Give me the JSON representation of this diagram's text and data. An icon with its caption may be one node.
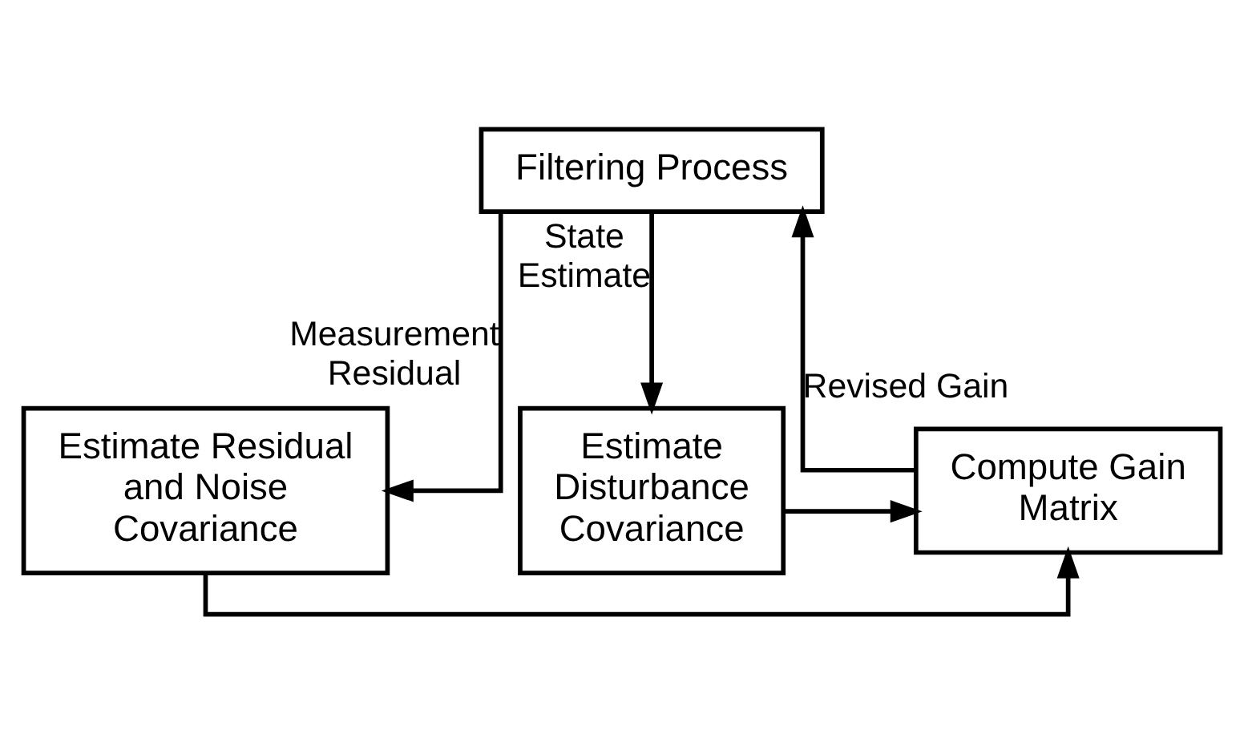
{
  "diagram": {
    "nodes": [
      {
        "text": [
          "Filtering Process"
        ]
      },
      {
        "text": [
          "Estimate Residual and Noise Covariance"
        ]
      },
      {
        "text": [
          "Compute Gain Matrix"
        ]
      },
      {
        "text": [
          "Estimate Disturbance Covariance"
        ]
      }
    ],
    "edges": [
      {
        "from": 0,
        "to": 1,
        "arrow": "to",
        "label": "Measurement Residual"
      },
      {
        "from": 0,
        "to": 3,
        "arrow": "to",
        "label": "State Estimate"
      },
      {
        "from": 2,
        "to": 0,
        "arrow": "to",
        "label": "Revised Gain"
      },
      {
        "from": 1,
        "to": 2,
        "arrow": "to"
      },
      {
        "from": 3,
        "to": 2,
        "arrow": "to"
      }
    ]
  }
}
